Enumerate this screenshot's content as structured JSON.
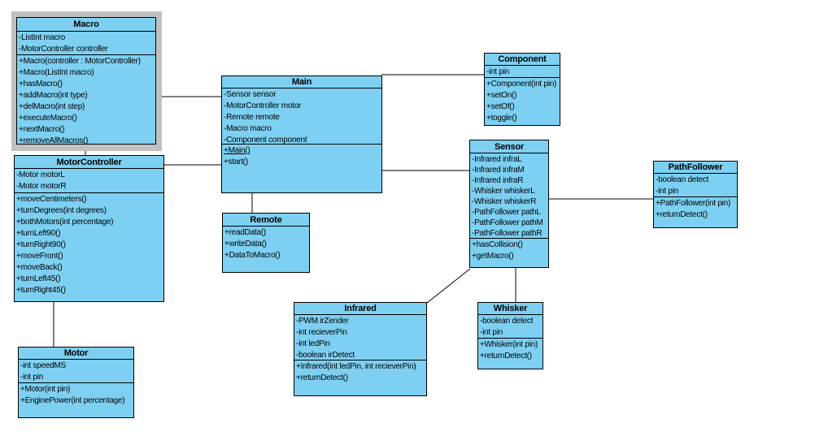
{
  "colors": {
    "class_fill": "#7dd0f2",
    "class_border": "#000000",
    "connector": "#000000",
    "selection_frame": "#c0c0c0",
    "canvas_background": "#ffffff"
  },
  "classes": {
    "macro": {
      "title": "Macro",
      "attributes": [
        "-ListInt macro",
        "-MotorController controller"
      ],
      "methods": [
        "+Macro(controller : MotorController)",
        "+Macro(ListInt macro)",
        "+hasMacro()",
        "+addMacro(int type)",
        "+delMacro(int step)",
        "+executeMacro()",
        "+nextMacro()",
        "+removeAllMacros()"
      ]
    },
    "motorController": {
      "title": "MotorController",
      "attributes": [
        "-Motor motorL",
        "-Motor motorR"
      ],
      "methods": [
        "+moveCentimeters()",
        "+turnDegrees(int degrees)",
        "+bothMotors(int percentage)",
        "+turnLeft90()",
        "+turnRight90()",
        "+moveFront()",
        "+moveBack()",
        "+turnLeft45()",
        "+turnRight45()"
      ]
    },
    "motor": {
      "title": "Motor",
      "attributes": [
        "-int speedMS",
        "-int pin"
      ],
      "methods": [
        "+Motor(int pin)",
        "+EnginePower(int percentage)"
      ]
    },
    "main": {
      "title": "Main",
      "attributes": [
        "-Sensor sensor",
        "-MotorController motor",
        "-Remote remote",
        "-Macro macro",
        "-Component component"
      ],
      "methods": [
        {
          "text": "+Main()",
          "underline": true
        },
        "+start()"
      ]
    },
    "remote": {
      "title": "Remote",
      "methods": [
        "+readData()",
        "+writeData()",
        "+DataToMacro()"
      ]
    },
    "component": {
      "title": "Component",
      "attributes": [
        "-int pin"
      ],
      "methods": [
        "+Component(int pin)",
        "+setOn()",
        "+setOf()",
        "+toggle()"
      ]
    },
    "sensor": {
      "title": "Sensor",
      "attributes": [
        "-Infrared infraL",
        "-Infrared infraM",
        "-Infrared infraR",
        "-Whisker whiskerL",
        "-Whisker whiskerR",
        "-PathFollower pathL",
        "-PathFollower pathM",
        "-PathFollower pathR"
      ],
      "methods": [
        "+hasCollision()",
        "+getMacro()"
      ]
    },
    "pathFollower": {
      "title": "PathFollower",
      "attributes": [
        "-boolean detect",
        "-int pin"
      ],
      "methods": [
        "+PathFollower(int pin)",
        "+returnDetect()"
      ]
    },
    "infrared": {
      "title": "Infrared",
      "attributes": [
        "-PWM irZender",
        "-int recieverPin",
        "-int ledPin",
        "-boolean irDetect"
      ],
      "methods": [
        "+Infrared(int ledPin, int recieverPin)",
        "+returnDetect()"
      ]
    },
    "whisker": {
      "title": "Whisker",
      "attributes": [
        "-boolean detect",
        "-int pin"
      ],
      "methods": [
        "+Whisker(int pin)",
        "+returnDetect()"
      ]
    }
  },
  "connections": [
    {
      "from": "Macro",
      "to": "Main"
    },
    {
      "from": "Macro",
      "to": "MotorController"
    },
    {
      "from": "MotorController",
      "to": "Main"
    },
    {
      "from": "MotorController",
      "to": "Motor"
    },
    {
      "from": "Main",
      "to": "Remote"
    },
    {
      "from": "Main",
      "to": "Component"
    },
    {
      "from": "Main",
      "to": "Sensor"
    },
    {
      "from": "Sensor",
      "to": "PathFollower"
    },
    {
      "from": "Sensor",
      "to": "Infrared"
    },
    {
      "from": "Sensor",
      "to": "Whisker"
    }
  ]
}
